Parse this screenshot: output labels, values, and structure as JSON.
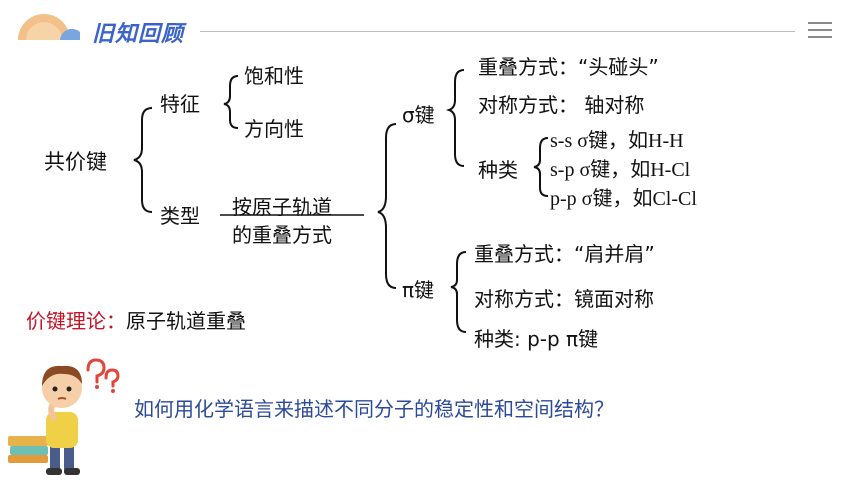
{
  "header": {
    "title": "旧知回顾"
  },
  "root": "共价键",
  "features": {
    "label": "特征",
    "items": [
      "饱和性",
      "方向性"
    ]
  },
  "types": {
    "label": "类型",
    "criterion_line1": "按原子轨道",
    "criterion_line2": "的重叠方式"
  },
  "sigma": {
    "label": "σ键",
    "overlap": "重叠方式：“头碰头”",
    "symmetry": "对称方式： 轴对称",
    "kinds_label": "种类",
    "kinds": [
      "s-s σ键，如H-H",
      "s-p σ键，如H-Cl",
      "p-p σ键，如Cl-Cl"
    ]
  },
  "pi": {
    "label": "π键",
    "overlap": "重叠方式：“肩并肩”",
    "symmetry": "对称方式：镜面对称",
    "kinds": "种类:  p-p π键"
  },
  "theory": {
    "label": "价键理论：",
    "value": "原子轨道重叠"
  },
  "question": "如何用化学语言来描述不同分子的稳定性和空间结构？",
  "icons": [
    "sun-logo-icon",
    "menu-icon",
    "thinking-boy-icon",
    "question-mark-icon",
    "books-icon"
  ],
  "colors": {
    "accent": "#3b63c9",
    "theory": "#c0182a",
    "question": "#2c4a9a",
    "sun": "#f3c08a"
  }
}
